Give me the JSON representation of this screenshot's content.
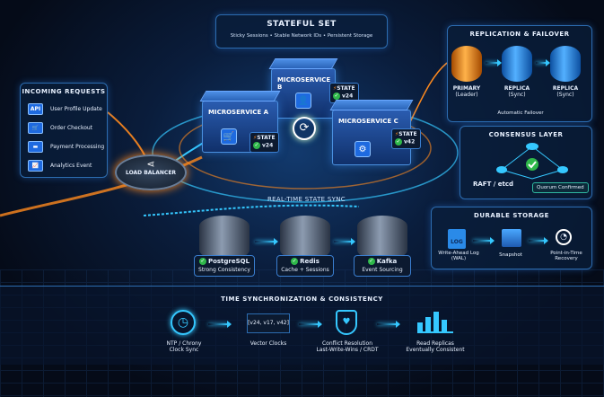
{
  "header": {
    "title": "STATEFUL SET",
    "subtitle": "Sticky Sessions • Stable Network IDs • Persistent Storage"
  },
  "incoming": {
    "title": "INCOMING REQUESTS",
    "items": [
      {
        "icon": "api-icon",
        "icon_text": "API",
        "label": "User Profile Update"
      },
      {
        "icon": "cart-icon",
        "icon_text": "🛒",
        "label": "Order Checkout"
      },
      {
        "icon": "credit-card-icon",
        "icon_text": "▬",
        "label": "Payment Processing"
      },
      {
        "icon": "chart-icon",
        "icon_text": "📈",
        "label": "Analytics Event"
      }
    ]
  },
  "load_balancer": {
    "label": "LOAD BALANCER"
  },
  "services": [
    {
      "name": "MICROSERVICE A",
      "state_label": "STATE",
      "version": "v24",
      "icon": "cart-icon",
      "icon_text": "🛒"
    },
    {
      "name": "MICROSERVICE B",
      "state_label": "STATE",
      "version": "v24",
      "icon": "user-icon",
      "icon_text": "👤"
    },
    {
      "name": "MICROSERVICE C",
      "state_label": "STATE",
      "version": "v42",
      "icon": "gear-icon",
      "icon_text": "⚙"
    }
  ],
  "sync": {
    "label": "REAL-TIME STATE SYNC"
  },
  "databases": [
    {
      "name": "PostgreSQL",
      "desc": "Strong Consistency"
    },
    {
      "name": "Redis",
      "desc": "Cache + Sessions"
    },
    {
      "name": "Kafka",
      "desc": "Event Sourcing"
    }
  ],
  "replication": {
    "title": "REPLICATION & FAILOVER",
    "nodes": [
      {
        "name": "PRIMARY",
        "role": "(Leader)"
      },
      {
        "name": "REPLICA",
        "role": "(Sync)"
      },
      {
        "name": "REPLICA",
        "role": "(Sync)"
      }
    ],
    "failover": "Automatic Failover"
  },
  "consensus": {
    "title": "CONSENSUS LAYER",
    "algo": "RAFT / etcd",
    "status": "Quorum Confirmed"
  },
  "storage": {
    "title": "DURABLE STORAGE",
    "items": [
      {
        "label": "Write-Ahead Log (WAL)",
        "icon_text": "LOG"
      },
      {
        "label": "Snapshot"
      },
      {
        "label": "Point-in-Time Recovery"
      }
    ]
  },
  "time": {
    "title": "TIME SYNCHRONIZATION & CONSISTENCY",
    "items": [
      {
        "title": "NTP / Chrony",
        "sub": "Clock Sync"
      },
      {
        "title": "Vector Clocks",
        "sub": "",
        "box": "[v24, v17, v42]"
      },
      {
        "title": "Conflict Resolution",
        "sub": "Last-Write-Wins / CRDT"
      },
      {
        "title": "Read Replicas",
        "sub": "Eventually Consistent"
      }
    ]
  },
  "colors": {
    "accent": "#35c8ff",
    "primary": "#ff8a1e",
    "ok": "#2fb84a"
  }
}
